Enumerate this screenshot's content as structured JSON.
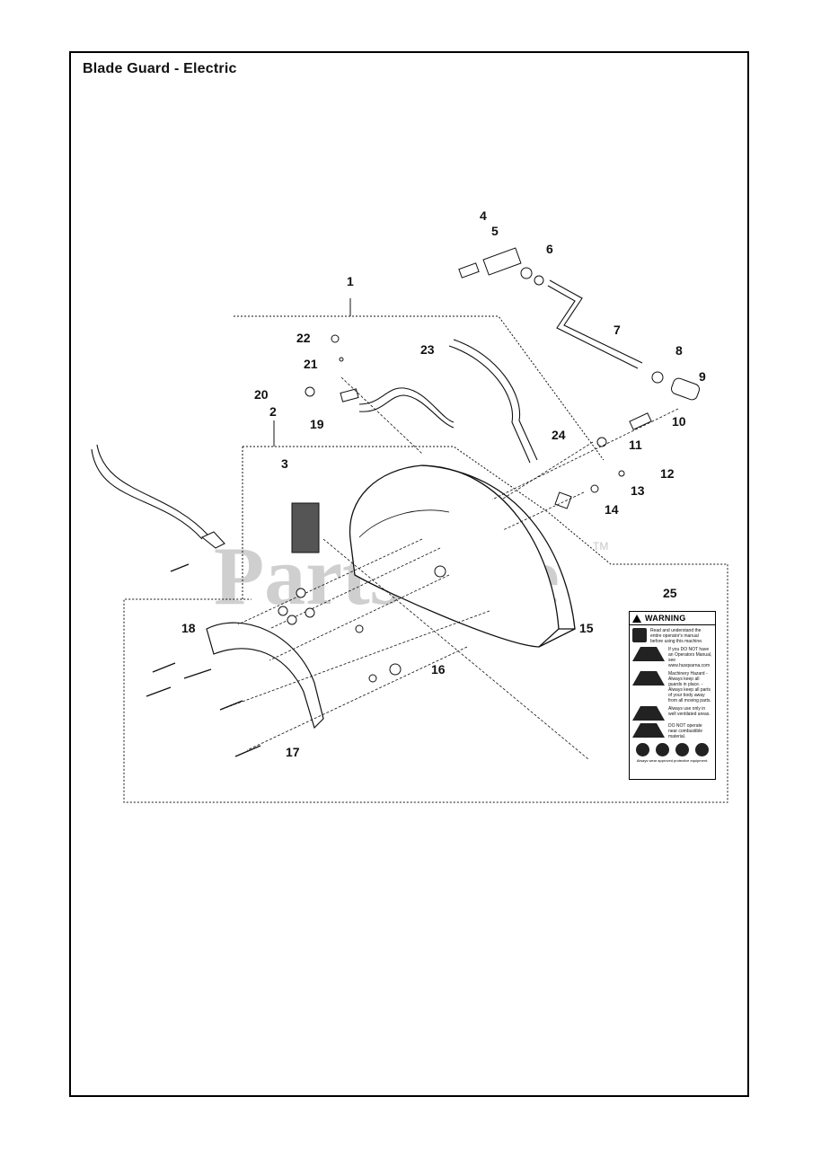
{
  "title": "Blade Guard - Electric",
  "watermark": {
    "text": "PartsTree",
    "tm": "TM"
  },
  "callouts": [
    "1",
    "2",
    "3",
    "4",
    "5",
    "6",
    "7",
    "8",
    "9",
    "10",
    "11",
    "12",
    "13",
    "14",
    "15",
    "16",
    "17",
    "18",
    "19",
    "20",
    "21",
    "22",
    "23",
    "24",
    "25"
  ],
  "warning_label": {
    "heading": "WARNING",
    "lines": [
      "Read and understand the entire operator's manual before using this machine.",
      "If you DO NOT have an Operators Manual, see www.husqvarna.com",
      "Machinery Hazard - Always keep all guards in place. - Always keep all parts of your body away from all moving parts.",
      "Always use only in well ventilated areas.",
      "DO NOT operate near combustible material."
    ],
    "footer": "Always wear approved protective equipment."
  },
  "colors": {
    "line": "#111111",
    "watermark": "#cfcfcf",
    "background": "#ffffff"
  }
}
